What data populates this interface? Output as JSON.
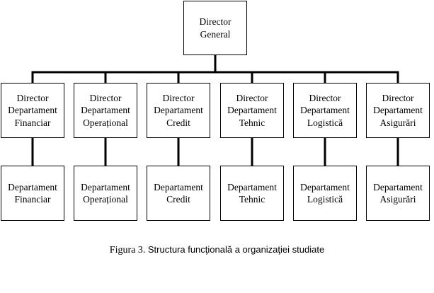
{
  "org_chart": {
    "root": {
      "lines": [
        "Director",
        "General"
      ]
    },
    "departments": [
      {
        "director": {
          "lines": [
            "Director",
            "Departament",
            "Financiar"
          ]
        },
        "unit": {
          "lines": [
            "Departament",
            "Financiar"
          ]
        }
      },
      {
        "director": {
          "lines": [
            "Director",
            "Departament",
            "Operațional"
          ]
        },
        "unit": {
          "lines": [
            "Departament",
            "Operațional"
          ]
        }
      },
      {
        "director": {
          "lines": [
            "Director",
            "Departament",
            "Credit"
          ]
        },
        "unit": {
          "lines": [
            "Departament",
            "Credit"
          ]
        }
      },
      {
        "director": {
          "lines": [
            "Director",
            "Departament",
            "Tehnic"
          ]
        },
        "unit": {
          "lines": [
            "Departament",
            "Tehnic"
          ]
        }
      },
      {
        "director": {
          "lines": [
            "Director",
            "Departament",
            "Logistică"
          ]
        },
        "unit": {
          "lines": [
            "Departament",
            "Logistică"
          ]
        }
      },
      {
        "director": {
          "lines": [
            "Director",
            "Departament",
            "Asigurări"
          ]
        },
        "unit": {
          "lines": [
            "Departament",
            "Asigurări"
          ]
        }
      }
    ]
  },
  "caption": {
    "label": "Figura 3.",
    "text": "Structura funcţională a organizaţiei studiate"
  }
}
